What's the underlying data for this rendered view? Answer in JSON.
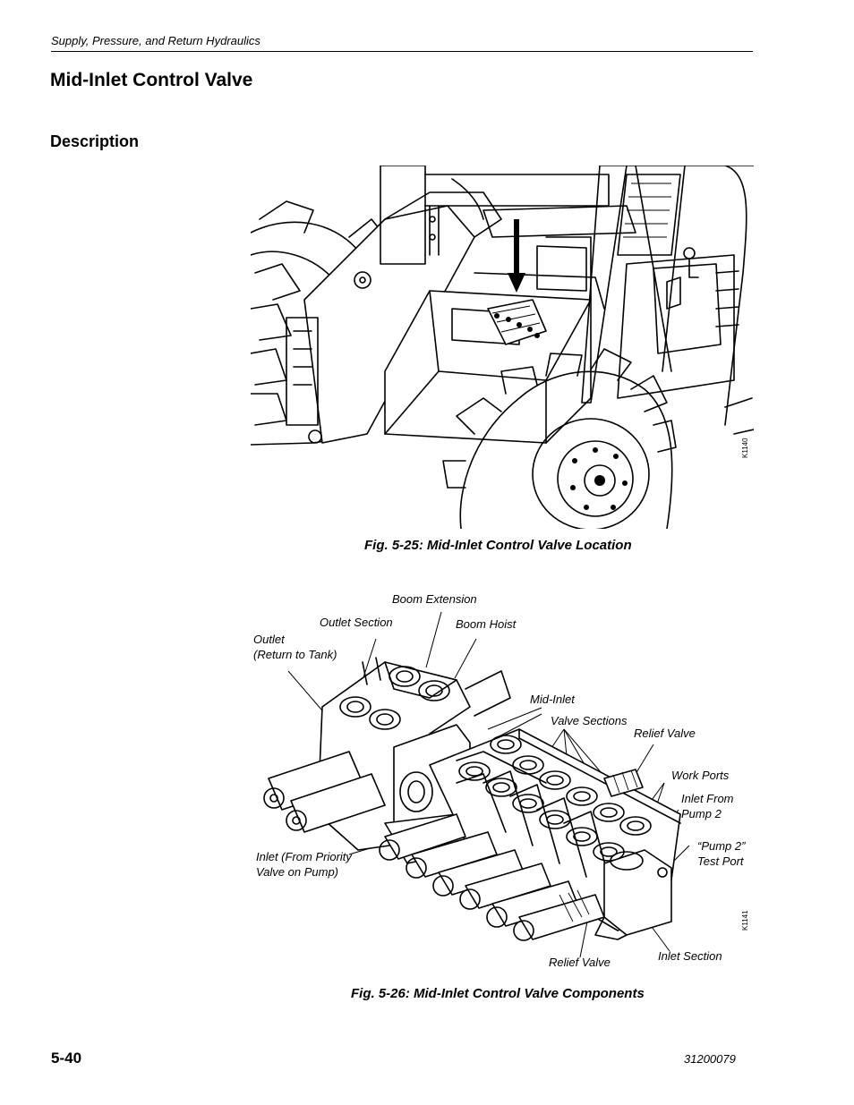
{
  "header": {
    "section": "Supply, Pressure, and Return Hydraulics"
  },
  "page": {
    "title": "Mid-Inlet Control Valve",
    "subtitle": "Description",
    "page_number": "5-40",
    "doc_number": "31200079"
  },
  "figure1": {
    "caption": "Fig. 5-25: Mid-Inlet Control Valve Location",
    "code": "K1140"
  },
  "figure2": {
    "caption": "Fig. 5-26: Mid-Inlet Control Valve Components",
    "code": "K1141",
    "labels": {
      "boom_extension": "Boom Extension",
      "outlet_section": "Outlet Section",
      "boom_hoist": "Boom Hoist",
      "outlet_line1": "Outlet",
      "outlet_line2": "(Return to Tank)",
      "mid_inlet": "Mid-Inlet",
      "valve_sections": "Valve Sections",
      "relief_valve_top": "Relief Valve",
      "work_ports": "Work Ports",
      "inlet_pump2_line1": "Inlet From",
      "inlet_pump2_line2": "Pump 2",
      "test_port_line1": "“Pump 2”",
      "test_port_line2": "Test Port",
      "inlet_priority_line1": "Inlet (From Priority",
      "inlet_priority_line2": "Valve on Pump)",
      "relief_valve_bottom": "Relief Valve",
      "inlet_section": "Inlet Section"
    }
  }
}
